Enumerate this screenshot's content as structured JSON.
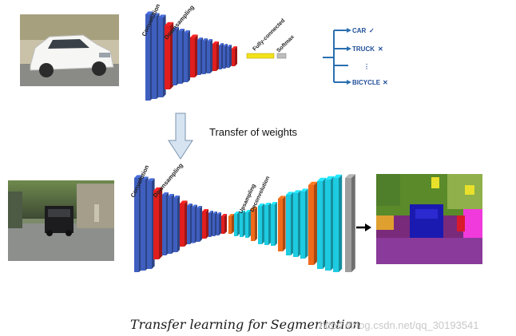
{
  "top_network": {
    "layer_labels": [
      "Convolution",
      "Downsampling",
      "Fully-connected",
      "Softmax"
    ],
    "classes": [
      {
        "label": "CAR",
        "mark": "✓",
        "correct": true
      },
      {
        "label": "TRUCK",
        "mark": "✕",
        "correct": false
      },
      {
        "label": "⋮",
        "mark": "",
        "correct": false
      },
      {
        "label": "BICYCLE",
        "mark": "✕",
        "correct": false
      }
    ]
  },
  "transfer": {
    "label": "Transfer of weights"
  },
  "bottom_network": {
    "layer_labels": [
      "Convolution",
      "Downsampling",
      "Upsampling",
      "Deconvolution"
    ]
  },
  "caption": "Transfer learning for Segmentation",
  "watermark": "https://blog.csdn.net/qq_30193541",
  "colors": {
    "conv": "#3f5fbf",
    "downsample": "#e01e1e",
    "fully_connected": "#f2e21a",
    "upsample": "#1ecbe1",
    "deconv": "#ef6a1a",
    "output": "#9e9e9e",
    "tree": "#2a6fb0",
    "arrow_fill": "#d6e4f2"
  }
}
